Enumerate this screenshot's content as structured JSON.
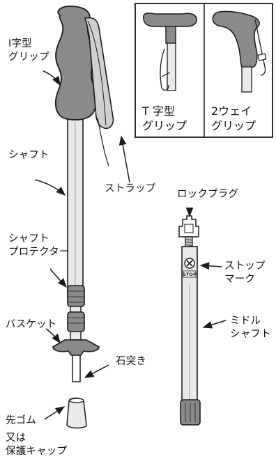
{
  "labels": {
    "i_grip": "I字型\nグリップ",
    "shaft": "シャフト",
    "shaft_protector": "シャフト\nプロテクター",
    "basket": "バスケット",
    "ishizuki": "石突き",
    "rubber_tip": "先ゴム",
    "or_protective_cap": "又は\n保護キャップ",
    "strap": "ストラップ",
    "lock_plug": "ロックプラグ",
    "stop_mark": "ストップ\nマーク",
    "middle_shaft": "ミドル\nシャフト"
  },
  "inset": {
    "t_grip": "T 字型\nグリップ",
    "two_way_grip": "2ウェイ\nグリップ"
  },
  "stop_text": "STOP",
  "colors": {
    "grip": "#8a8a8a",
    "shaft": "#e9e9e9",
    "strap": "#d0d0d0",
    "line": "#1a1a1a"
  }
}
